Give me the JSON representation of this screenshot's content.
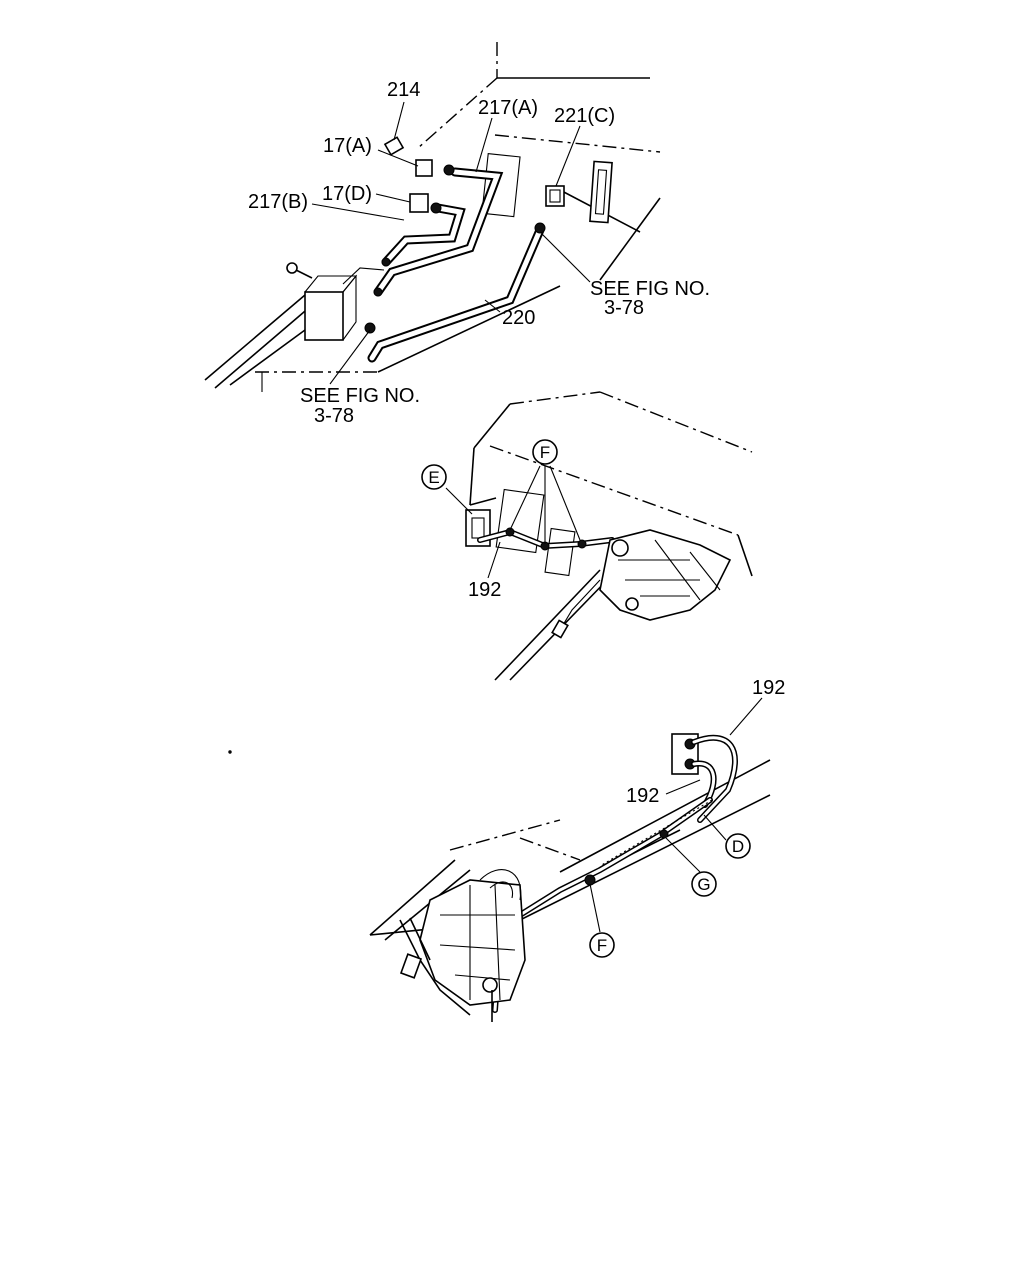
{
  "top_view": {
    "callouts": {
      "p214": "214",
      "p217a": "217(A)",
      "p221c": "221(C)",
      "p17a": "17(A)",
      "p17d": "17(D)",
      "p217b": "217(B)",
      "p220": "220"
    },
    "refs": {
      "right_line1": "SEE FIG NO.",
      "right_line2": "3-78",
      "left_line1": "SEE FIG NO.",
      "left_line2": "3-78"
    }
  },
  "middle_view": {
    "circles": {
      "e": "E",
      "f": "F"
    },
    "callouts": {
      "p192": "192"
    }
  },
  "bottom_view": {
    "callouts": {
      "p192_top": "192",
      "p192_mid": "192"
    },
    "circles": {
      "d": "D",
      "g": "G",
      "f": "F"
    }
  }
}
